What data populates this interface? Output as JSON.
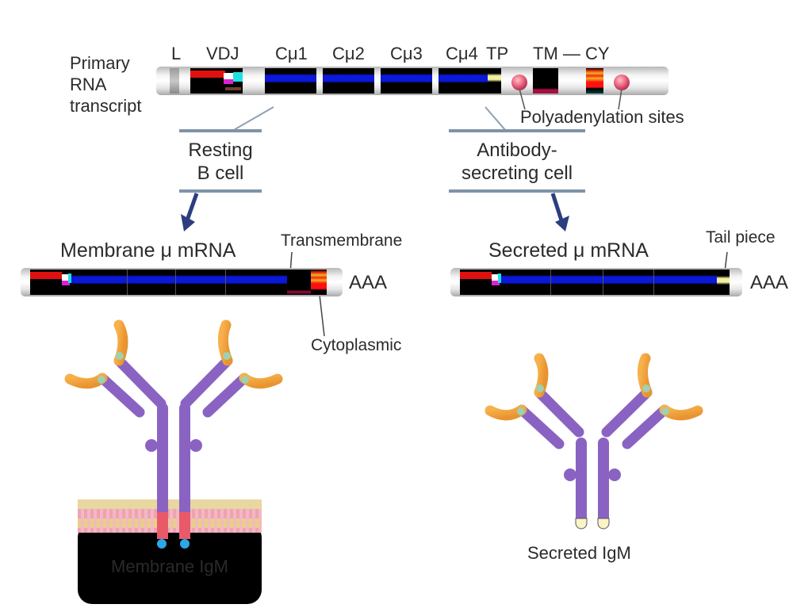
{
  "primary": {
    "label_lines": [
      "Primary",
      "RNA",
      "transcript"
    ],
    "exon_labels": [
      "L",
      "VDJ",
      "Cμ1",
      "Cμ2",
      "Cμ3",
      "Cμ4",
      "TP",
      "TM — CY"
    ],
    "polyadenylation_label": "Polyadenylation sites"
  },
  "branches": {
    "left": {
      "label_lines": [
        "Resting",
        "B cell"
      ]
    },
    "right": {
      "label_lines": [
        "Antibody-",
        "secreting cell"
      ]
    }
  },
  "membrane_mrna": {
    "title": "Membrane μ mRNA",
    "transmembrane_label": "Transmembrane",
    "cytoplasmic_label": "Cytoplasmic",
    "polya_label": "AAA"
  },
  "secreted_mrna": {
    "title": "Secreted μ mRNA",
    "tail_piece_label": "Tail piece",
    "polya_label": "AAA"
  },
  "membrane_igm": {
    "label": "Membrane IgM"
  },
  "secreted_igm": {
    "label": "Secreted IgM"
  },
  "colors": {
    "constant_domain": "#0a18d8",
    "variable_red": "#e01010",
    "heavy_chain": "#8a63c2",
    "antigen_tip": "#f0a040",
    "arrow": "#2c3e80",
    "polya_site": "#e8607a",
    "membrane_pink": "#f2a5b5",
    "membrane_tan": "#e8cf8a"
  }
}
